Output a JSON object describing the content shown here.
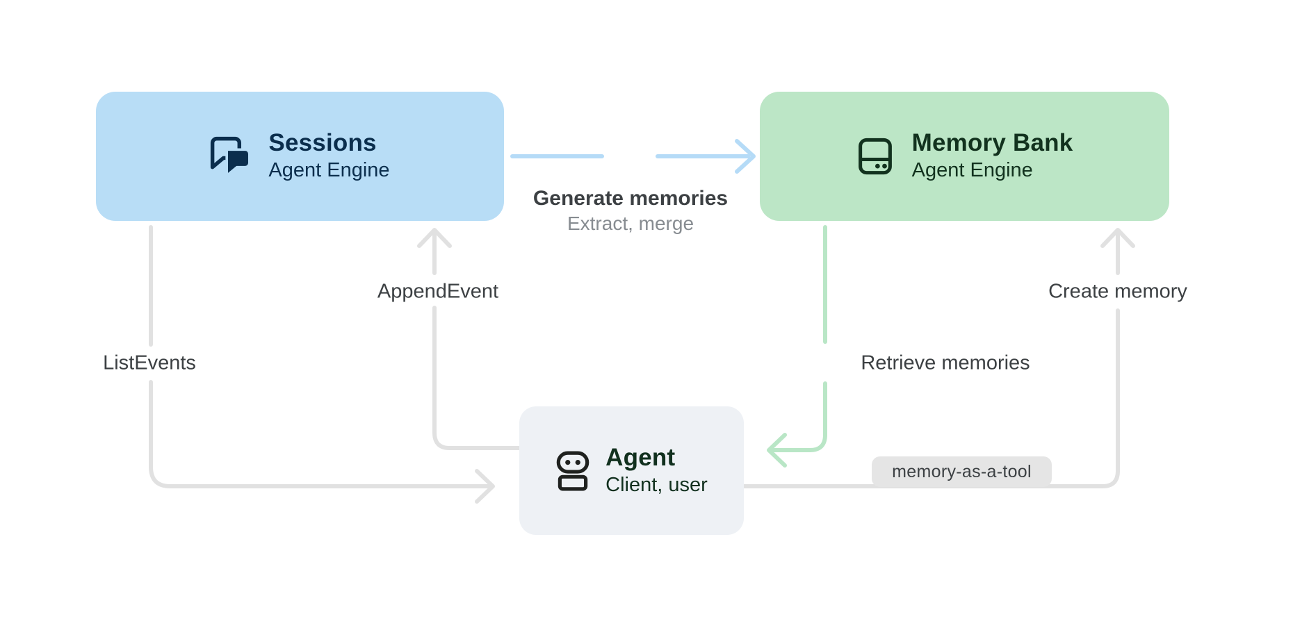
{
  "colors": {
    "background": "#ffffff",
    "blue_box": "#b8ddf6",
    "blue_text": "#0b2e4d",
    "green_box": "#bce6c6",
    "green_text": "#12321e",
    "agent_box": "#eef1f5",
    "agent_text": "#11301e",
    "robot_icon": "#1f211f",
    "gray_edge": "#e1e1e1",
    "blue_edge": "#b5dbf7",
    "blue_sparkle": "#a9d5f8",
    "green_edge": "#b9e6c6",
    "green_sparkle": "#aee3bf",
    "label_text": "#3c4043",
    "sublabel_text": "#878c91",
    "badge_bg": "#e5e5e5"
  },
  "nodes": {
    "sessions": {
      "title": "Sessions",
      "subtitle": "Agent Engine",
      "icon": "chat-forum-icon"
    },
    "memory_bank": {
      "title": "Memory Bank",
      "subtitle": "Agent Engine",
      "icon": "memory-storage-icon"
    },
    "agent": {
      "title": "Agent",
      "subtitle": "Client, user",
      "icon": "robot-icon"
    }
  },
  "edges": {
    "generate_memories": {
      "label": "Generate memories",
      "sublabel": "Extract, merge"
    },
    "append_event": {
      "label": "AppendEvent"
    },
    "list_events": {
      "label": "ListEvents"
    },
    "retrieve_memories": {
      "label": "Retrieve memories"
    },
    "create_memory": {
      "label": "Create memory"
    },
    "memory_as_a_tool": {
      "badge": "memory-as-a-tool"
    }
  }
}
